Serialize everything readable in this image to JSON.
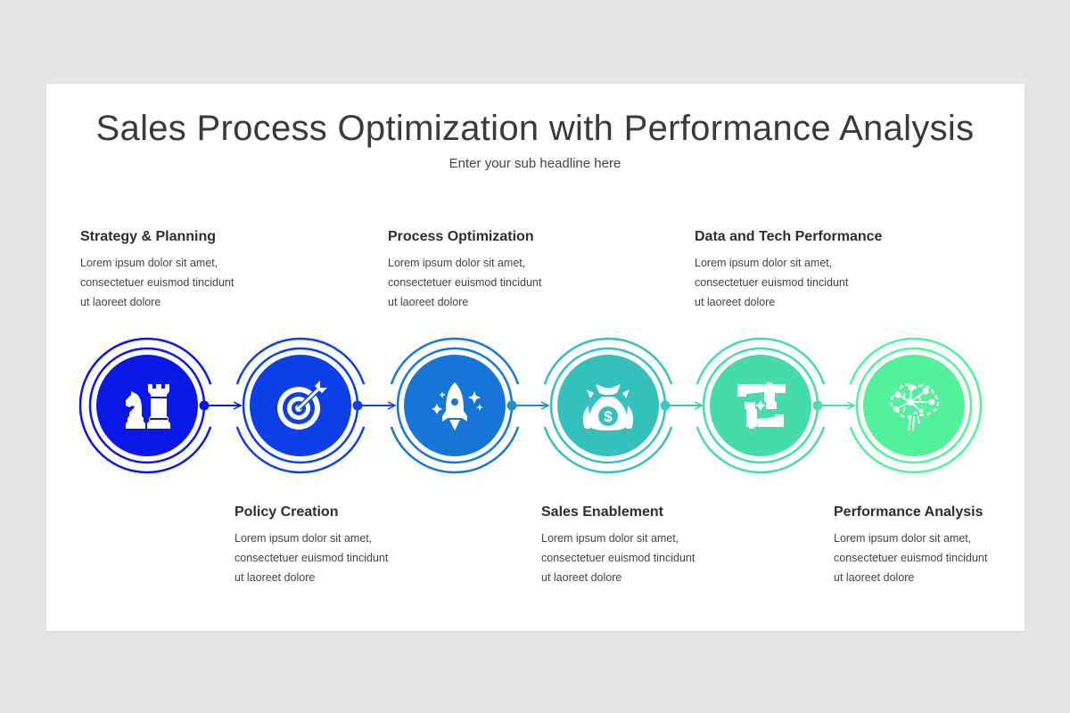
{
  "header": {
    "title": "Sales Process Optimization with Performance Analysis",
    "subtitle": "Enter your sub headline here"
  },
  "steps": [
    {
      "title": "Strategy & Planning",
      "line1": "Lorem ipsum dolor sit amet,",
      "line2": "consectetuer euismod tincidunt",
      "line3": "ut laoreet dolore",
      "icon": "chess-icon",
      "color": "#0a17e6",
      "position": "top"
    },
    {
      "title": "Policy Creation",
      "line1": "Lorem ipsum dolor sit amet,",
      "line2": "consectetuer euismod tincidunt",
      "line3": "ut laoreet dolore",
      "icon": "target-icon",
      "color": "#0d3fe6",
      "position": "bottom"
    },
    {
      "title": "Process Optimization",
      "line1": "Lorem ipsum dolor sit amet,",
      "line2": "consectetuer euismod tincidunt",
      "line3": "ut laoreet dolore",
      "icon": "rocket-icon",
      "color": "#1676d8",
      "position": "top"
    },
    {
      "title": "Sales Enablement",
      "line1": "Lorem ipsum dolor sit amet,",
      "line2": "consectetuer euismod tincidunt",
      "line3": "ut laoreet dolore",
      "icon": "money-bag-icon",
      "color": "#34c1bd",
      "position": "bottom"
    },
    {
      "title": "Data and Tech Performance",
      "line1": "Lorem ipsum dolor sit amet,",
      "line2": "consectetuer euismod tincidunt",
      "line3": "ut laoreet dolore",
      "icon": "teamwork-hands-icon",
      "color": "#45dca8",
      "position": "top"
    },
    {
      "title": "Performance Analysis",
      "line1": "Lorem ipsum dolor sit amet,",
      "line2": "consectetuer euismod tincidunt",
      "line3": "ut laoreet dolore",
      "icon": "brain-network-icon",
      "color": "#52f29a",
      "position": "bottom"
    }
  ]
}
